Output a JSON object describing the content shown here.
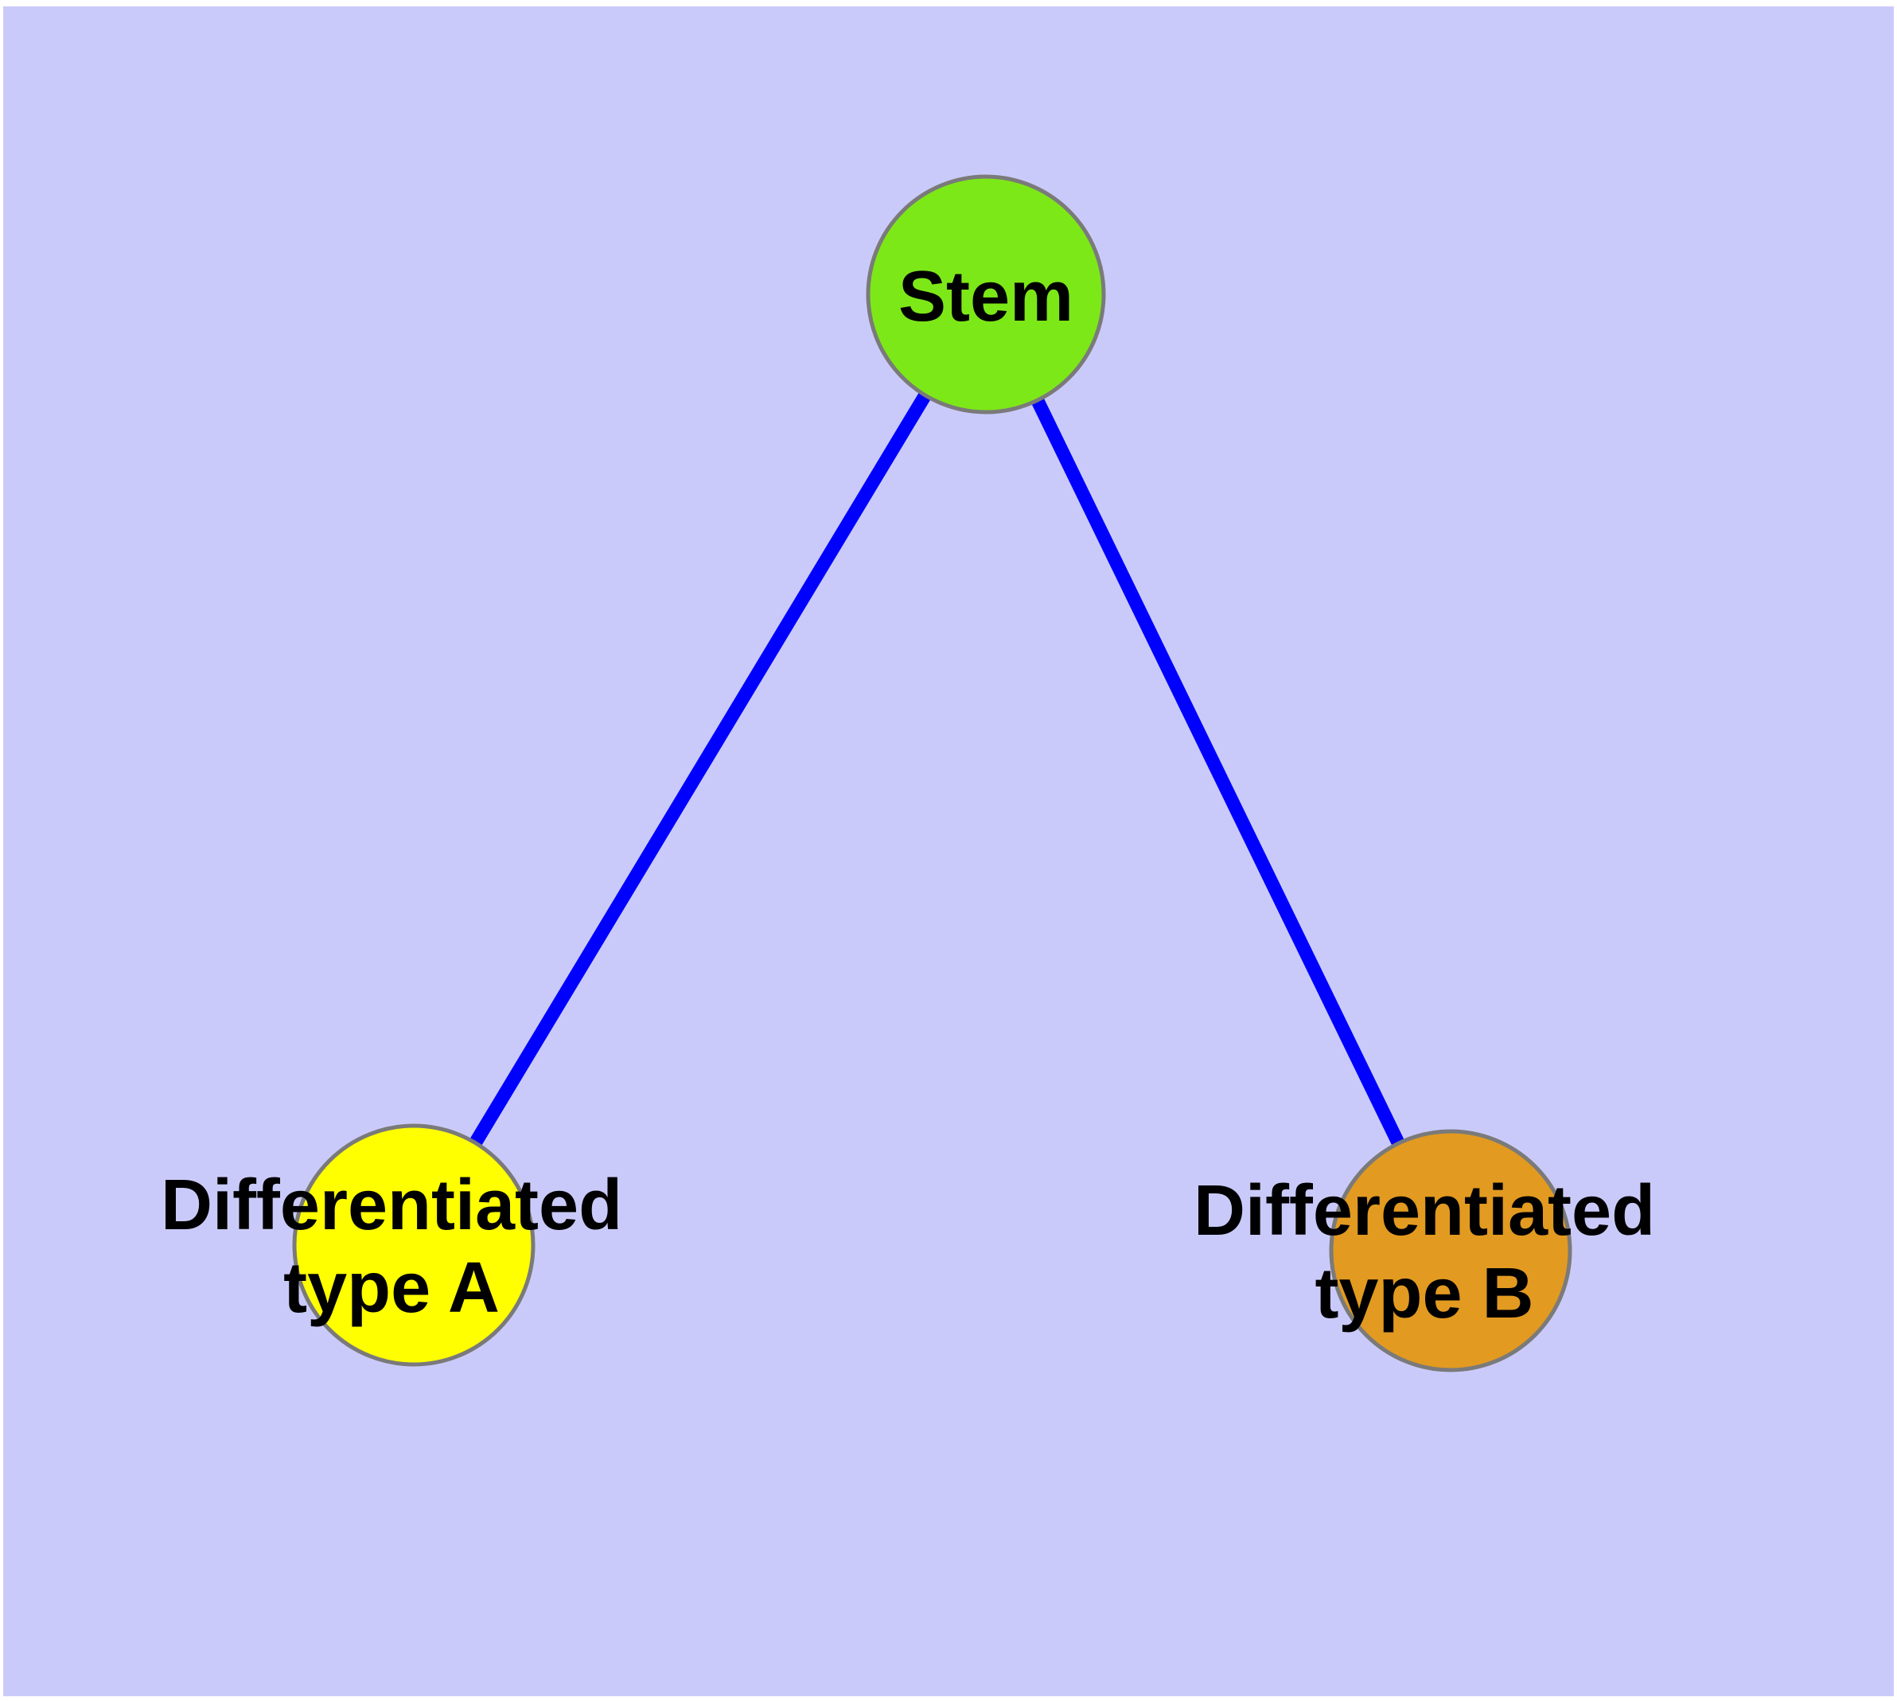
{
  "diagram": {
    "type": "graph",
    "background_color": "#CACAFA",
    "page_margin_color": "#FFFFFF",
    "edge_color": "#0000FF",
    "node_border_color": "#7A7A7A",
    "label_color": "#000000",
    "nodes": {
      "stem": {
        "label": "Stem",
        "fill": "#7DE817"
      },
      "type_a": {
        "label": "Differentiated type A",
        "label_line1": "Differentiated",
        "label_line2": "type A",
        "fill": "#FFFF00"
      },
      "type_b": {
        "label": "Differentiated type B",
        "label_line1": "Differentiated",
        "label_line2": "type B",
        "fill": "#E29A20"
      }
    },
    "edges": [
      {
        "from": "Stem",
        "to": "Differentiated type A"
      },
      {
        "from": "Stem",
        "to": "Differentiated type B"
      }
    ]
  }
}
